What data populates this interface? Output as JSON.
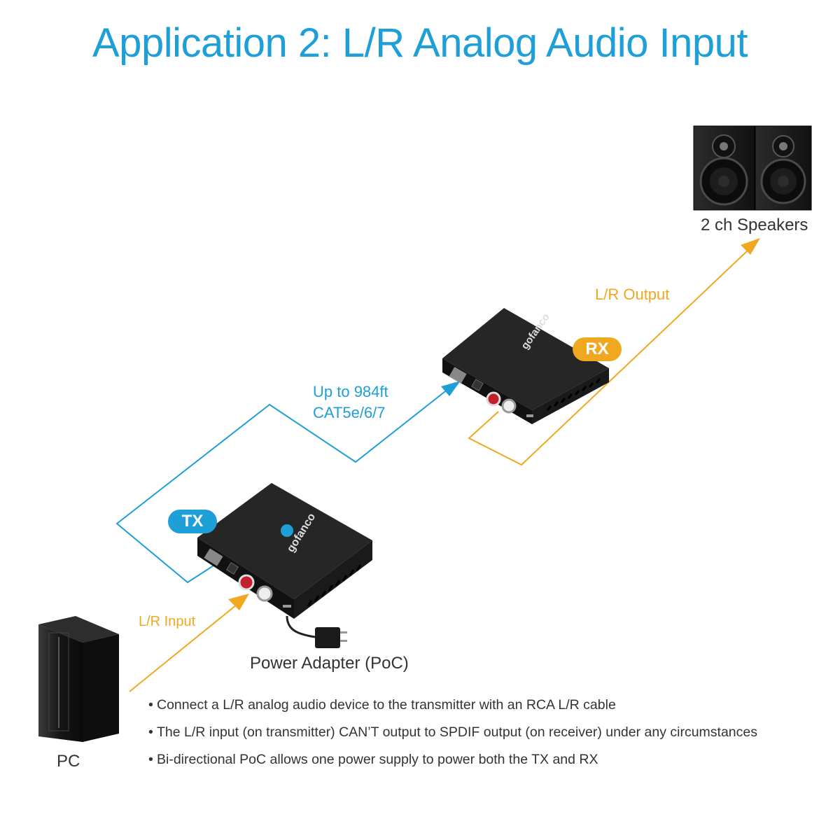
{
  "title": "Application 2:  L/R Analog Audio Input",
  "labels": {
    "speakers": "2 ch Speakers",
    "lr_output": "L/R Output",
    "cable_length": "Up to 984ft",
    "cable_type": "CAT5e/6/7",
    "lr_input": "L/R Input",
    "power_adapter": "Power Adapter (PoC)",
    "pc": "PC"
  },
  "badges": {
    "tx": "TX",
    "rx": "RX"
  },
  "device": {
    "brand": "gofanco"
  },
  "bullets": [
    "Connect a L/R analog audio device to the transmitter with an RCA L/R cable",
    "The L/R input (on transmitter) CAN’T output to SPDIF output (on receiver) under any circumstances",
    "Bi-directional PoC allows one power supply to power both the TX and RX"
  ],
  "colors": {
    "blue": "#1e9fd8",
    "orange": "#f0a820",
    "device": "#1b1b1b"
  }
}
